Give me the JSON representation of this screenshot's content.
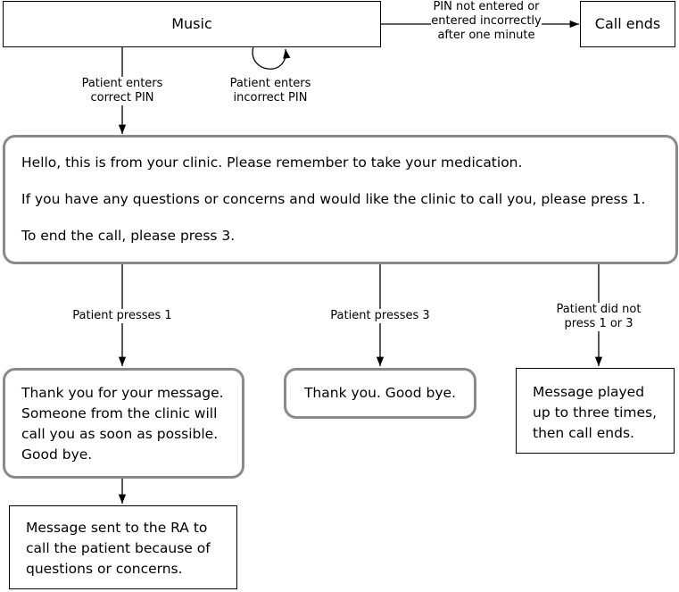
{
  "nodes": {
    "music": "Music",
    "call_ends": "Call ends",
    "main_message": [
      "Hello, this is from your clinic. Please remember to take your medication.",
      "If you have any questions or concerns and would like the clinic to call you, please press 1.",
      "To end the call, please press 3."
    ],
    "thank_you_message": [
      "Thank you for your message.",
      "Someone from the clinic will",
      "call you as soon as possible.",
      "Good bye."
    ],
    "thank_you_goodbye": "Thank you. Good bye.",
    "message_replayed": [
      "Message played",
      "up to three times,",
      "then call ends."
    ],
    "message_sent_ra": [
      "Message sent to the RA to",
      "call the patient because of",
      "questions or concerns."
    ]
  },
  "edges": {
    "pin_timeout": [
      "PIN not entered or",
      "entered incorrectly",
      "after one minute"
    ],
    "correct_pin": [
      "Patient enters",
      "correct PIN"
    ],
    "incorrect_pin": [
      "Patient enters",
      "incorrect PIN"
    ],
    "presses_1": "Patient presses 1",
    "presses_3": "Patient presses 3",
    "no_press": [
      "Patient did not",
      "press 1 or 3"
    ]
  }
}
